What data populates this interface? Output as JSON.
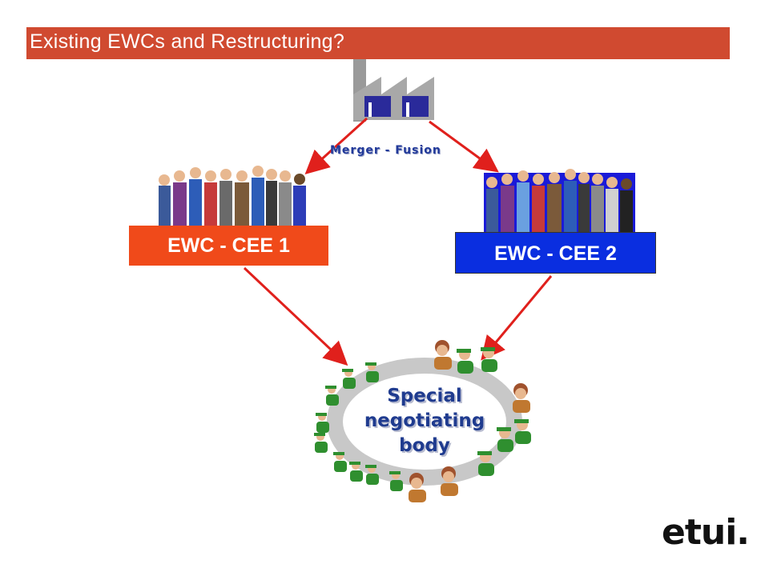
{
  "title": "Existing EWCs and Restructuring?",
  "merger_label": "Merger - Fusion",
  "boxes": {
    "left": "EWC - CEE 1",
    "right": "EWC - CEE 2"
  },
  "ring_label": "Special negotiating body",
  "logo_text": "etui.",
  "colors": {
    "title_bar": "#d04a30",
    "box_left": "#f04a1a",
    "box_right": "#0a2ee0",
    "arrows": "#e0201c",
    "factory": "#9a9a9a",
    "factory_windows": "#2a2a9a"
  }
}
